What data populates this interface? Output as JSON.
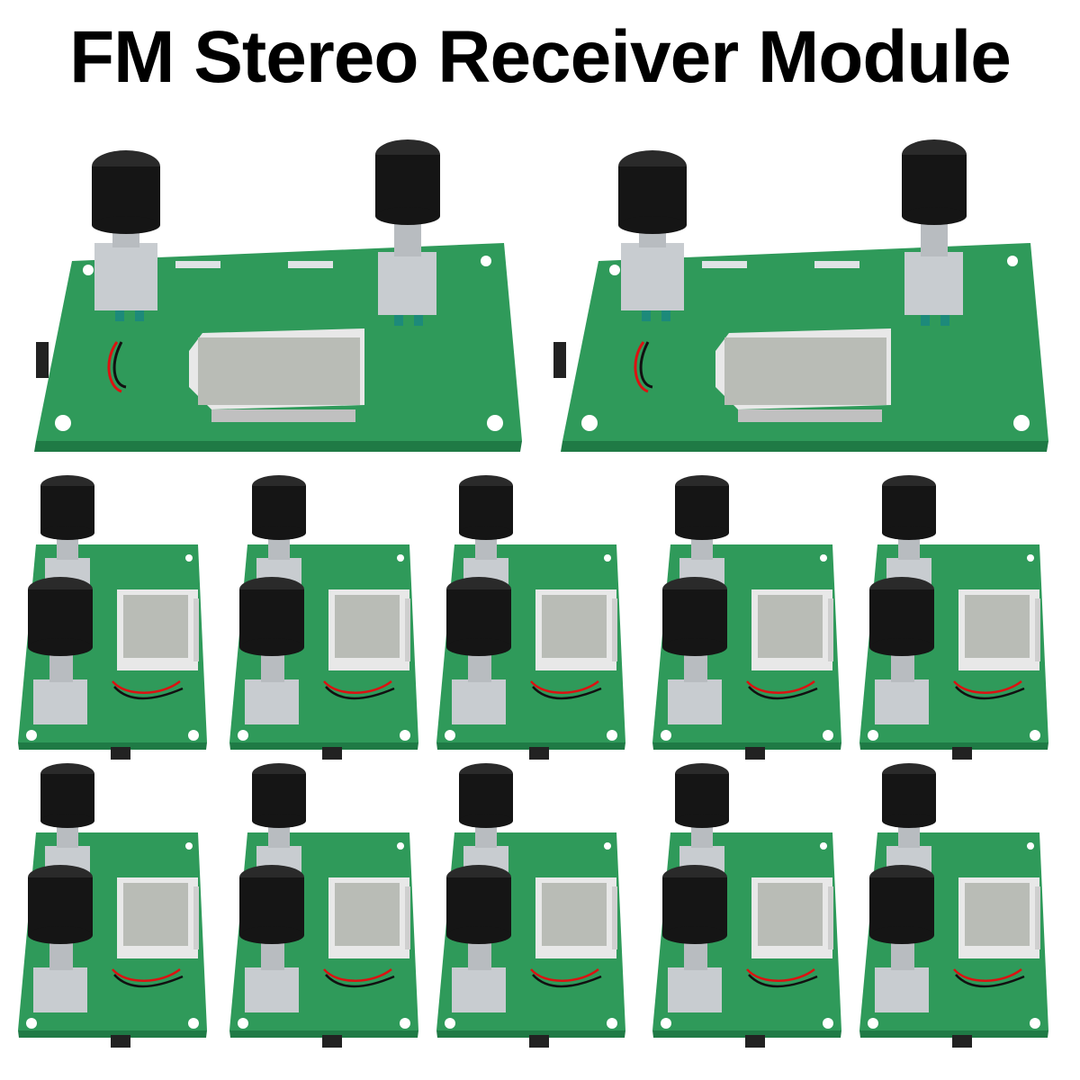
{
  "headline": "FM Stereo Receiver Module",
  "colors": {
    "pcb": "#2f9a5a",
    "pcb_dark": "#1f7a45",
    "lcd": "#b9bcb6",
    "knob": "#151515",
    "metal": "#c8ccd0",
    "background": "#ffffff"
  },
  "photos": {
    "large_count": 2,
    "small_rows": 2,
    "small_cols": 5
  }
}
